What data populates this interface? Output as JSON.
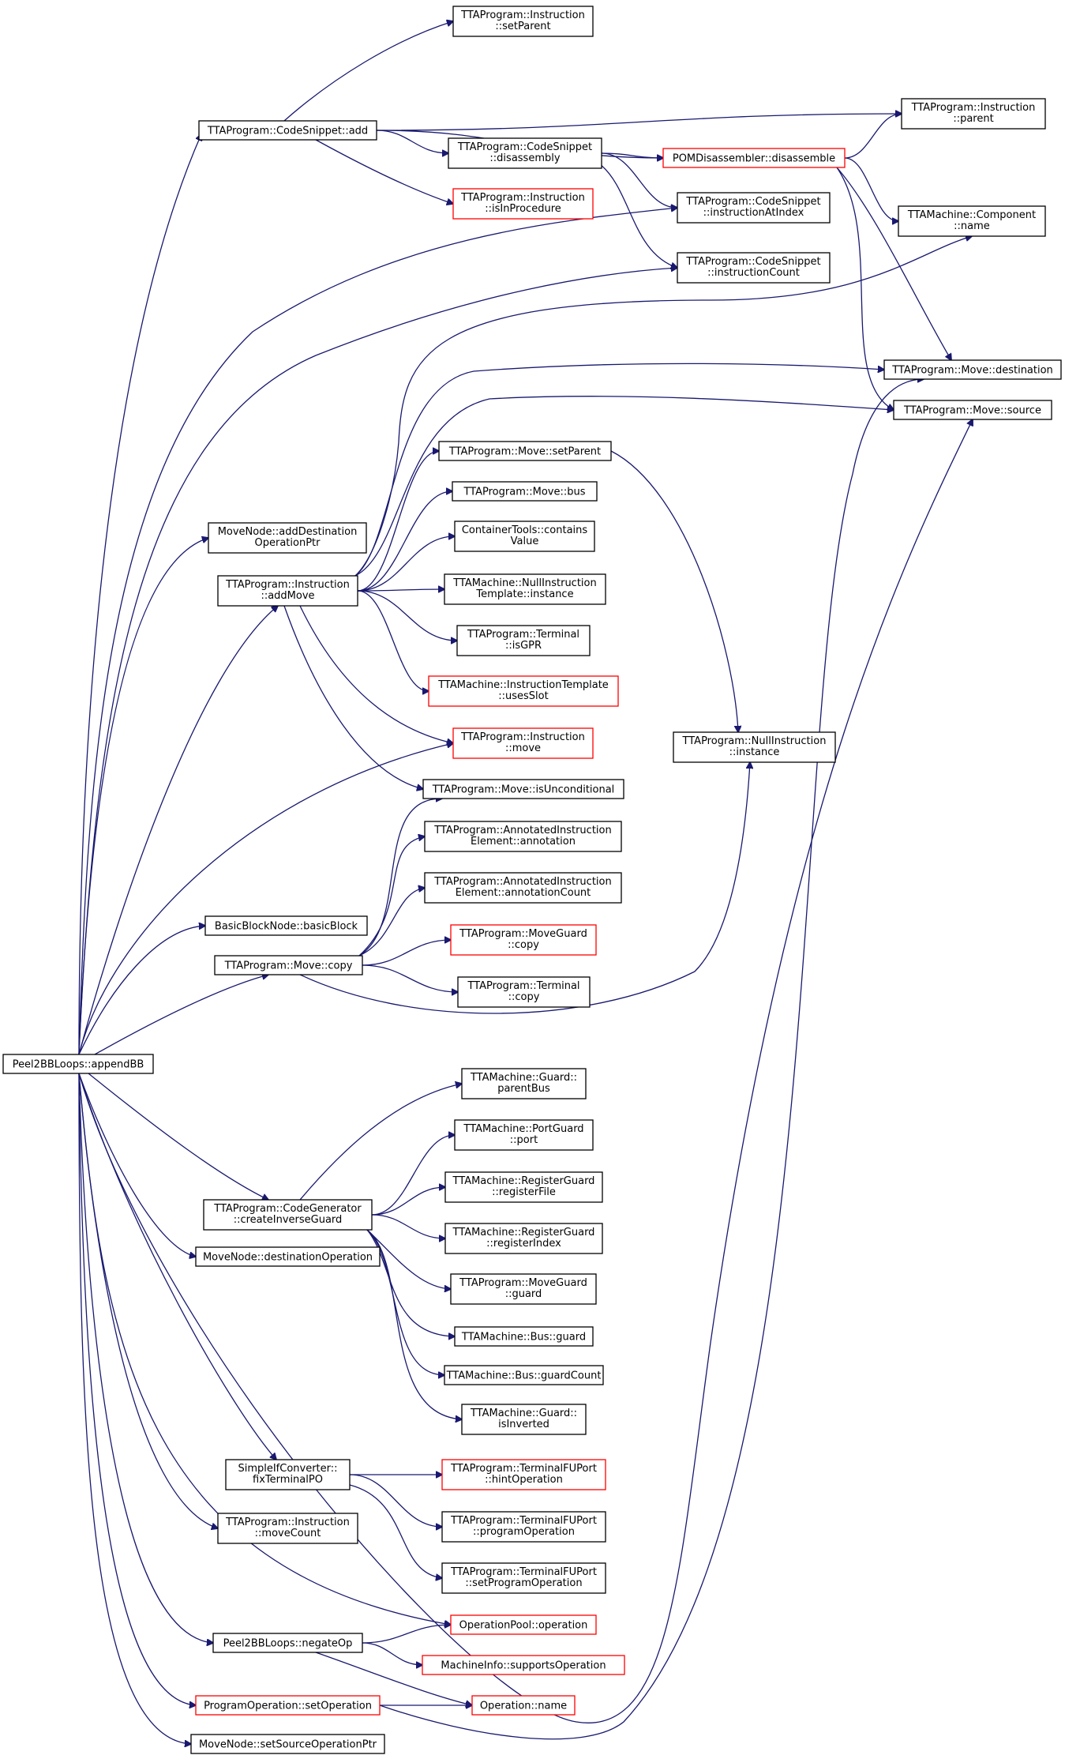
{
  "colors": {
    "edge": "#191970",
    "border_default": "#000000",
    "border_highlight": "#ff0000",
    "root_fill": "#bfbfbf",
    "background": "#ffffff"
  },
  "nodes": [
    {
      "id": "root",
      "label": [
        "Peel2BBLoops::appendBB"
      ],
      "style": "root"
    },
    {
      "id": "cs_add",
      "label": [
        "TTAProgram::CodeSnippet::add"
      ],
      "style": "default"
    },
    {
      "id": "i_setparent",
      "label": [
        "TTAProgram::Instruction",
        "::setParent"
      ],
      "style": "default"
    },
    {
      "id": "i_parent",
      "label": [
        "TTAProgram::Instruction",
        "::parent"
      ],
      "style": "default"
    },
    {
      "id": "cs_disassembly",
      "label": [
        "TTAProgram::CodeSnippet",
        "::disassembly"
      ],
      "style": "default"
    },
    {
      "id": "pom_disassemble",
      "label": [
        "POMDisassembler::disassemble"
      ],
      "style": "highlight"
    },
    {
      "id": "i_isinprocedure",
      "label": [
        "TTAProgram::Instruction",
        "::isInProcedure"
      ],
      "style": "highlight"
    },
    {
      "id": "cs_instatindex",
      "label": [
        "TTAProgram::CodeSnippet",
        "::instructionAtIndex"
      ],
      "style": "default"
    },
    {
      "id": "comp_name",
      "label": [
        "TTAMachine::Component",
        "::name"
      ],
      "style": "default"
    },
    {
      "id": "cs_instcount",
      "label": [
        "TTAProgram::CodeSnippet",
        "::instructionCount"
      ],
      "style": "default"
    },
    {
      "id": "move_dest",
      "label": [
        "TTAProgram::Move::destination"
      ],
      "style": "default"
    },
    {
      "id": "move_source",
      "label": [
        "TTAProgram::Move::source"
      ],
      "style": "default"
    },
    {
      "id": "move_setparent",
      "label": [
        "TTAProgram::Move::setParent"
      ],
      "style": "default"
    },
    {
      "id": "move_bus",
      "label": [
        "TTAProgram::Move::bus"
      ],
      "style": "default"
    },
    {
      "id": "mn_adddest",
      "label": [
        "MoveNode::addDestination",
        "OperationPtr"
      ],
      "style": "default"
    },
    {
      "id": "ct_contains",
      "label": [
        "ContainerTools::contains",
        "Value"
      ],
      "style": "default"
    },
    {
      "id": "i_addmove",
      "label": [
        "TTAProgram::Instruction",
        "::addMove"
      ],
      "style": "default"
    },
    {
      "id": "nit_instance",
      "label": [
        "TTAMachine::NullInstruction",
        "Template::instance"
      ],
      "style": "default"
    },
    {
      "id": "term_isgpr",
      "label": [
        "TTAProgram::Terminal",
        "::isGPR"
      ],
      "style": "default"
    },
    {
      "id": "it_usesslot",
      "label": [
        "TTAMachine::InstructionTemplate",
        "::usesSlot"
      ],
      "style": "highlight"
    },
    {
      "id": "i_move",
      "label": [
        "TTAProgram::Instruction",
        "::move"
      ],
      "style": "highlight"
    },
    {
      "id": "ni_instance",
      "label": [
        "TTAProgram::NullInstruction",
        "::instance"
      ],
      "style": "default"
    },
    {
      "id": "move_isuncond",
      "label": [
        "TTAProgram::Move::isUnconditional"
      ],
      "style": "default"
    },
    {
      "id": "aie_annotation",
      "label": [
        "TTAProgram::AnnotatedInstruction",
        "Element::annotation"
      ],
      "style": "default"
    },
    {
      "id": "aie_annotcount",
      "label": [
        "TTAProgram::AnnotatedInstruction",
        "Element::annotationCount"
      ],
      "style": "default"
    },
    {
      "id": "bbn_basicblock",
      "label": [
        "BasicBlockNode::basicBlock"
      ],
      "style": "default"
    },
    {
      "id": "mg_copy",
      "label": [
        "TTAProgram::MoveGuard",
        "::copy"
      ],
      "style": "highlight"
    },
    {
      "id": "move_copy",
      "label": [
        "TTAProgram::Move::copy"
      ],
      "style": "default"
    },
    {
      "id": "term_copy",
      "label": [
        "TTAProgram::Terminal",
        "::copy"
      ],
      "style": "default"
    },
    {
      "id": "guard_parentbus",
      "label": [
        "TTAMachine::Guard::",
        "parentBus"
      ],
      "style": "default"
    },
    {
      "id": "pg_port",
      "label": [
        "TTAMachine::PortGuard",
        "::port"
      ],
      "style": "default"
    },
    {
      "id": "rg_regfile",
      "label": [
        "TTAMachine::RegisterGuard",
        "::registerFile"
      ],
      "style": "default"
    },
    {
      "id": "cg_createinv",
      "label": [
        "TTAProgram::CodeGenerator",
        "::createInverseGuard"
      ],
      "style": "default"
    },
    {
      "id": "rg_regindex",
      "label": [
        "TTAMachine::RegisterGuard",
        "::registerIndex"
      ],
      "style": "default"
    },
    {
      "id": "mn_destop",
      "label": [
        "MoveNode::destinationOperation"
      ],
      "style": "default"
    },
    {
      "id": "mg_guard",
      "label": [
        "TTAProgram::MoveGuard",
        "::guard"
      ],
      "style": "default"
    },
    {
      "id": "bus_guard",
      "label": [
        "TTAMachine::Bus::guard"
      ],
      "style": "default"
    },
    {
      "id": "bus_guardcount",
      "label": [
        "TTAMachine::Bus::guardCount"
      ],
      "style": "default"
    },
    {
      "id": "guard_isinverted",
      "label": [
        "TTAMachine::Guard::",
        "isInverted"
      ],
      "style": "default"
    },
    {
      "id": "sic_fixterm",
      "label": [
        "SimpleIfConverter::",
        "fixTerminalPO"
      ],
      "style": "default"
    },
    {
      "id": "tfu_hintop",
      "label": [
        "TTAProgram::TerminalFUPort",
        "::hintOperation"
      ],
      "style": "highlight"
    },
    {
      "id": "tfu_progop",
      "label": [
        "TTAProgram::TerminalFUPort",
        "::programOperation"
      ],
      "style": "default"
    },
    {
      "id": "i_movecount",
      "label": [
        "TTAProgram::Instruction",
        "::moveCount"
      ],
      "style": "default"
    },
    {
      "id": "tfu_setprogop",
      "label": [
        "TTAProgram::TerminalFUPort",
        "::setProgramOperation"
      ],
      "style": "default"
    },
    {
      "id": "op_operation",
      "label": [
        "OperationPool::operation"
      ],
      "style": "highlight"
    },
    {
      "id": "p2bb_negateop",
      "label": [
        "Peel2BBLoops::negateOp"
      ],
      "style": "default"
    },
    {
      "id": "mi_supportsop",
      "label": [
        "MachineInfo::supportsOperation"
      ],
      "style": "highlight"
    },
    {
      "id": "po_setop",
      "label": [
        "ProgramOperation::setOperation"
      ],
      "style": "highlight"
    },
    {
      "id": "op_name",
      "label": [
        "Operation::name"
      ],
      "style": "highlight"
    },
    {
      "id": "mn_setsrcop",
      "label": [
        "MoveNode::setSourceOperationPtr"
      ],
      "style": "default"
    }
  ],
  "edges": [
    [
      "cs_add",
      "i_setparent"
    ],
    [
      "cs_add",
      "i_parent"
    ],
    [
      "cs_add",
      "cs_disassembly"
    ],
    [
      "cs_add",
      "pom_disassemble"
    ],
    [
      "cs_add",
      "i_isinprocedure"
    ],
    [
      "cs_disassembly",
      "pom_disassemble"
    ],
    [
      "cs_disassembly",
      "cs_instatindex"
    ],
    [
      "cs_disassembly",
      "cs_instcount"
    ],
    [
      "pom_disassemble",
      "i_parent"
    ],
    [
      "pom_disassemble",
      "comp_name"
    ],
    [
      "pom_disassemble",
      "move_dest"
    ],
    [
      "pom_disassemble",
      "move_source"
    ],
    [
      "root",
      "cs_add"
    ],
    [
      "root",
      "cs_instatindex"
    ],
    [
      "root",
      "cs_instcount"
    ],
    [
      "root",
      "mn_adddest"
    ],
    [
      "root",
      "i_addmove"
    ],
    [
      "root",
      "i_move"
    ],
    [
      "root",
      "bbn_basicblock"
    ],
    [
      "root",
      "move_copy"
    ],
    [
      "root",
      "cg_createinv"
    ],
    [
      "root",
      "mn_destop"
    ],
    [
      "root",
      "sic_fixterm"
    ],
    [
      "root",
      "i_movecount"
    ],
    [
      "root",
      "op_operation"
    ],
    [
      "root",
      "p2bb_negateop"
    ],
    [
      "root",
      "po_setop"
    ],
    [
      "root",
      "mn_setsrcop"
    ],
    [
      "root",
      "move_source"
    ],
    [
      "i_addmove",
      "comp_name"
    ],
    [
      "i_addmove",
      "move_dest"
    ],
    [
      "i_addmove",
      "move_source"
    ],
    [
      "i_addmove",
      "move_setparent"
    ],
    [
      "i_addmove",
      "move_bus"
    ],
    [
      "i_addmove",
      "ct_contains"
    ],
    [
      "i_addmove",
      "nit_instance"
    ],
    [
      "i_addmove",
      "term_isgpr"
    ],
    [
      "i_addmove",
      "it_usesslot"
    ],
    [
      "i_addmove",
      "i_move"
    ],
    [
      "i_addmove",
      "move_isuncond"
    ],
    [
      "move_setparent",
      "ni_instance"
    ],
    [
      "move_copy",
      "move_isuncond"
    ],
    [
      "move_copy",
      "aie_annotation"
    ],
    [
      "move_copy",
      "aie_annotcount"
    ],
    [
      "move_copy",
      "mg_copy"
    ],
    [
      "move_copy",
      "term_copy"
    ],
    [
      "move_copy",
      "ni_instance"
    ],
    [
      "cg_createinv",
      "guard_parentbus"
    ],
    [
      "cg_createinv",
      "pg_port"
    ],
    [
      "cg_createinv",
      "rg_regfile"
    ],
    [
      "cg_createinv",
      "rg_regindex"
    ],
    [
      "cg_createinv",
      "mg_guard"
    ],
    [
      "cg_createinv",
      "bus_guard"
    ],
    [
      "cg_createinv",
      "bus_guardcount"
    ],
    [
      "cg_createinv",
      "guard_isinverted"
    ],
    [
      "sic_fixterm",
      "tfu_hintop"
    ],
    [
      "sic_fixterm",
      "tfu_progop"
    ],
    [
      "sic_fixterm",
      "tfu_setprogop"
    ],
    [
      "p2bb_negateop",
      "op_operation"
    ],
    [
      "p2bb_negateop",
      "mi_supportsop"
    ],
    [
      "p2bb_negateop",
      "op_name"
    ],
    [
      "po_setop",
      "op_name"
    ],
    [
      "po_setop",
      "move_dest"
    ]
  ]
}
